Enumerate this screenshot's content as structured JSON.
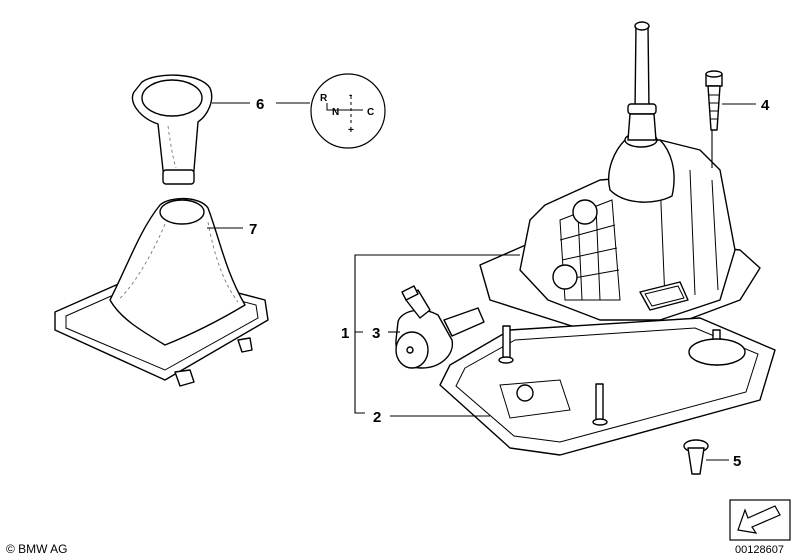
{
  "diagram": {
    "callouts": {
      "c1": "1",
      "c2": "2",
      "c3": "3",
      "c4": "4",
      "c5": "5",
      "c6": "6",
      "c7": "7"
    },
    "shift_pattern": {
      "r": "R",
      "n": "N",
      "c": "C",
      "minus": "-",
      "plus": "+"
    },
    "footer": {
      "copyright": "© BMW AG",
      "image_number": "00128607"
    }
  }
}
